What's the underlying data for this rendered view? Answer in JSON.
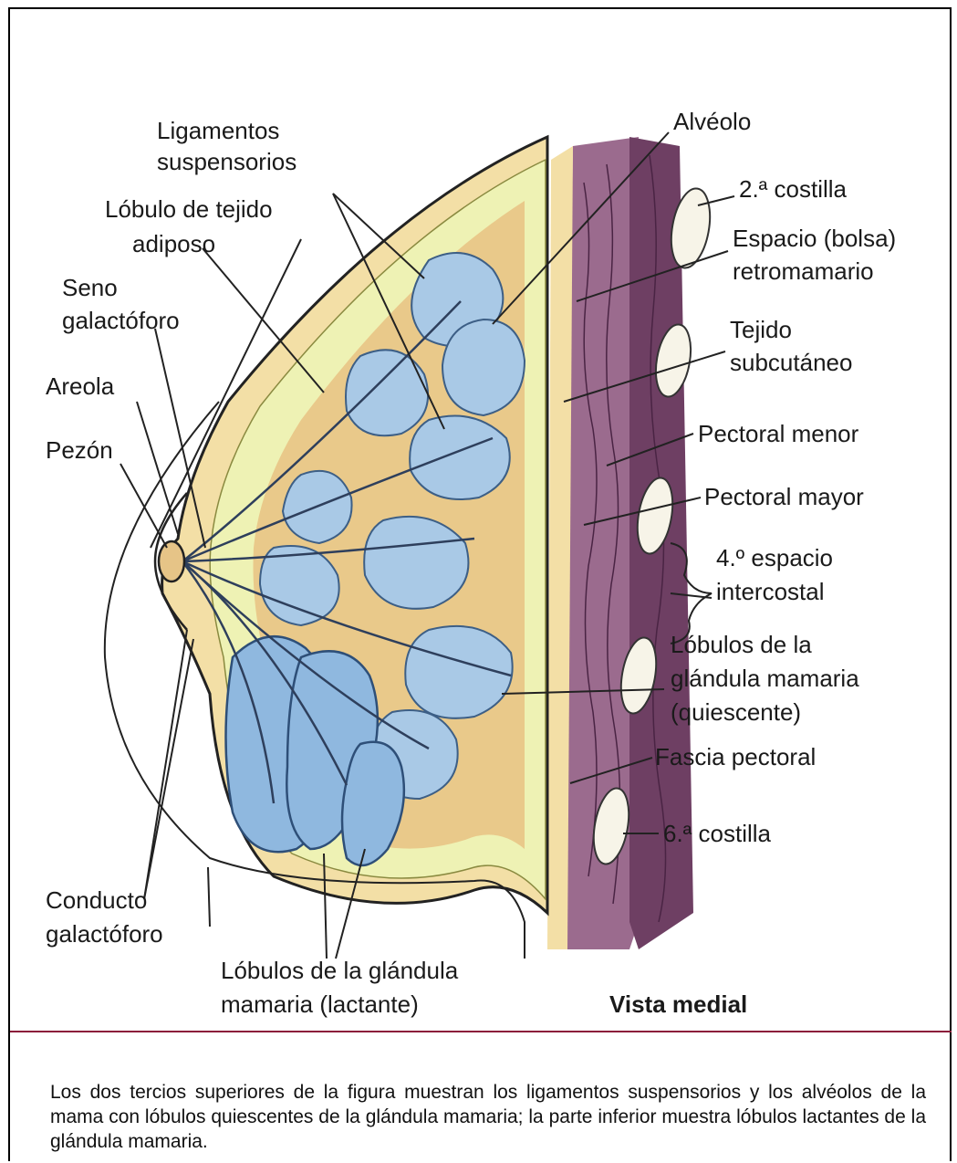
{
  "labels": {
    "ligamentos_suspensorios": [
      "Ligamentos",
      "suspensorios"
    ],
    "lobulo_tejido_adiposo": [
      "Lóbulo de tejido",
      "adiposo"
    ],
    "seno_galactoforo": [
      "Seno",
      "galactóforo"
    ],
    "areola": "Areola",
    "pezon": "Pezón",
    "conducto_galactoforo": [
      "Conducto",
      "galactóforo"
    ],
    "lobulos_lactante": [
      "Lóbulos de la glándula",
      "mamaria (lactante)"
    ],
    "alveolo": "Alvéolo",
    "costilla_2": "2.ª costilla",
    "espacio_retromamario": [
      "Espacio (bolsa)",
      "retromamario"
    ],
    "tejido_subcutaneo": [
      "Tejido",
      "subcutáneo"
    ],
    "pectoral_menor": "Pectoral menor",
    "pectoral_mayor": "Pectoral mayor",
    "espacio_intercostal": [
      "4.º espacio",
      "intercostal"
    ],
    "lobulos_quiescente": [
      "Lóbulos de la",
      "glándula mamaria",
      "(quiescente)"
    ],
    "fascia_pectoral": "Fascia pectoral",
    "costilla_6": "6.ª costilla",
    "vista_medial": "Vista medial"
  },
  "caption": "Los dos tercios superiores de la figura muestran los ligamentos suspensorios y los alvéolos de la mama con lóbulos quiescentes de la glándula mamaria; la parte inferior muestra lóbulos lactantes de la glándula mamaria.",
  "colors": {
    "skin": "#f3dfa6",
    "fat": "#eef2b4",
    "lobule": "#a9c9e6",
    "lobule_dark": "#6f9fcc",
    "muscle": "#9b6b8e",
    "muscle_dark": "#6e3f63",
    "rib": "#f7f4e8",
    "divider": "#8b1a3a"
  }
}
